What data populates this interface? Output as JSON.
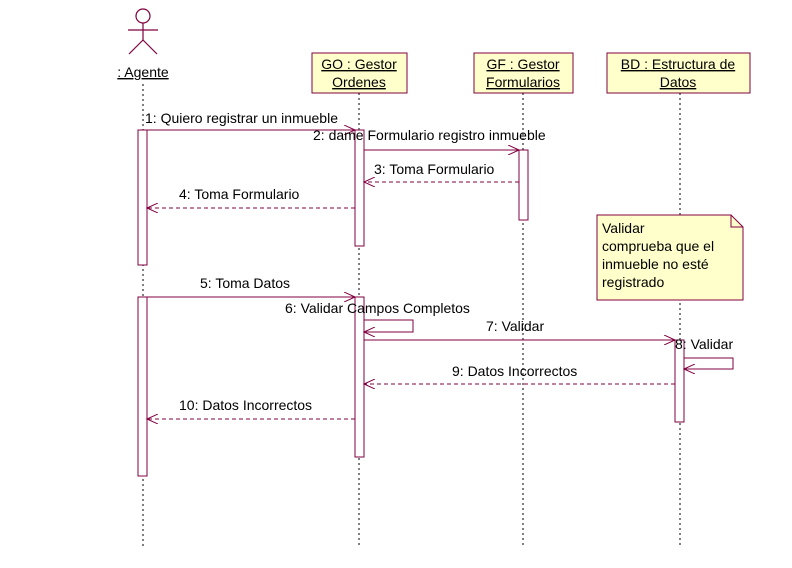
{
  "colors": {
    "line": "#800040",
    "box_fill": "#ffffcc",
    "lifeline": "#000000",
    "text": "#000000"
  },
  "actor": {
    "icon": "stick-figure-actor-icon",
    "name": ": Agente"
  },
  "objects": [
    {
      "id": "go",
      "line1": "GO : Gestor",
      "line2": "Ordenes"
    },
    {
      "id": "gf",
      "line1": "GF : Gestor",
      "line2": "Formularios"
    },
    {
      "id": "bd",
      "line1": "BD : Estructura de",
      "line2": "Datos"
    }
  ],
  "messages": [
    {
      "id": "m1",
      "label": "1: Quiero registrar un inmueble",
      "from": "agente",
      "to": "go",
      "kind": "call"
    },
    {
      "id": "m2",
      "label": "2: dame Formulario registro inmueble",
      "from": "go",
      "to": "gf",
      "kind": "call"
    },
    {
      "id": "m3",
      "label": "3: Toma Formulario",
      "from": "gf",
      "to": "go",
      "kind": "return"
    },
    {
      "id": "m4",
      "label": "4: Toma Formulario",
      "from": "go",
      "to": "agente",
      "kind": "return"
    },
    {
      "id": "m5",
      "label": "5: Toma Datos",
      "from": "agente",
      "to": "go",
      "kind": "call"
    },
    {
      "id": "m6",
      "label": "6: Validar Campos Completos",
      "from": "go",
      "to": "go",
      "kind": "self"
    },
    {
      "id": "m7",
      "label": "7: Validar",
      "from": "go",
      "to": "bd",
      "kind": "call"
    },
    {
      "id": "m8",
      "label": "8: Validar",
      "from": "bd",
      "to": "bd",
      "kind": "self"
    },
    {
      "id": "m9",
      "label": "9: Datos Incorrectos",
      "from": "bd",
      "to": "go",
      "kind": "return"
    },
    {
      "id": "m10",
      "label": "10: Datos Incorrectos",
      "from": "go",
      "to": "agente",
      "kind": "return"
    }
  ],
  "note": {
    "lines": [
      "Validar",
      "comprueba que el",
      "inmueble no esté",
      "registrado"
    ]
  }
}
